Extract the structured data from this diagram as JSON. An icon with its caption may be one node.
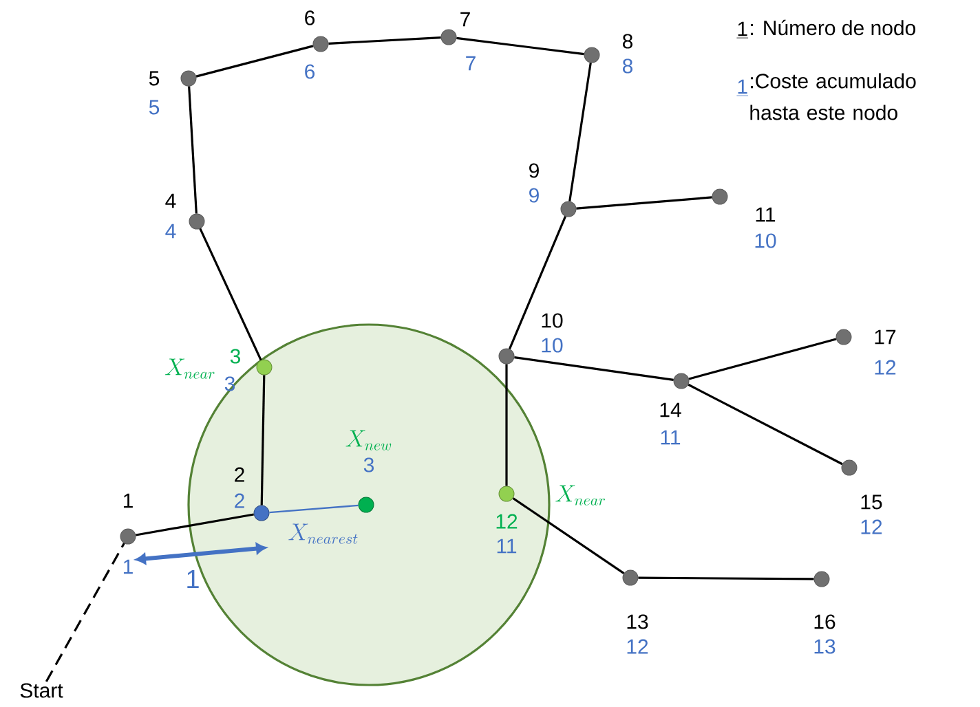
{
  "diagram": {
    "nodes": [
      {
        "text": [
          "Start"
        ]
      },
      {
        "text": [],
        "shape": "circle",
        "beside": [
          "1",
          "1"
        ]
      },
      {
        "text": [],
        "shape": "circle",
        "beside": [
          "2",
          "2"
        ]
      },
      {
        "text": [],
        "shape": "circle",
        "beside": [
          "3",
          "3",
          "X_{near}"
        ]
      },
      {
        "text": [],
        "shape": "circle",
        "beside": [
          "4",
          "4"
        ]
      },
      {
        "text": [],
        "shape": "circle",
        "beside": [
          "5",
          "5"
        ]
      },
      {
        "text": [],
        "shape": "circle",
        "beside": [
          "6",
          "6"
        ]
      },
      {
        "text": [],
        "shape": "circle",
        "beside": [
          "7",
          "7"
        ]
      },
      {
        "text": [],
        "shape": "circle",
        "beside": [
          "8",
          "8"
        ]
      },
      {
        "text": [],
        "shape": "circle",
        "beside": [
          "9",
          "9"
        ]
      },
      {
        "text": [],
        "shape": "circle",
        "beside": [
          "10",
          "10"
        ]
      },
      {
        "text": [],
        "shape": "circle",
        "beside": [
          "11",
          "10"
        ]
      },
      {
        "text": [],
        "shape": "circle",
        "beside": [
          "12",
          "11",
          "X_{near}"
        ]
      },
      {
        "text": [],
        "shape": "circle",
        "beside": [
          "13",
          "12"
        ]
      },
      {
        "text": [],
        "shape": "circle",
        "beside": [
          "14",
          "11"
        ]
      },
      {
        "text": [],
        "shape": "circle",
        "beside": [
          "15",
          "12"
        ]
      },
      {
        "text": [],
        "shape": "circle",
        "beside": [
          "16",
          "13"
        ]
      },
      {
        "text": [],
        "shape": "circle",
        "beside": [
          "17",
          "12"
        ]
      },
      {
        "text": [],
        "shape": "circle",
        "beside": [
          "X_{new}",
          "3"
        ]
      }
    ],
    "edges": [
      {
        "from": 0,
        "to": 1,
        "arrow": "none",
        "style": "dashed"
      },
      {
        "from": 1,
        "to": 2,
        "arrow": "none"
      },
      {
        "from": 2,
        "to": 3,
        "arrow": "none"
      },
      {
        "from": 3,
        "to": 4,
        "arrow": "none"
      },
      {
        "from": 4,
        "to": 5,
        "arrow": "none"
      },
      {
        "from": 5,
        "to": 6,
        "arrow": "none"
      },
      {
        "from": 6,
        "to": 7,
        "arrow": "none"
      },
      {
        "from": 7,
        "to": 8,
        "arrow": "none"
      },
      {
        "from": 8,
        "to": 9,
        "arrow": "none"
      },
      {
        "from": 9,
        "to": 11,
        "arrow": "none"
      },
      {
        "from": 9,
        "to": 10,
        "arrow": "none"
      },
      {
        "from": 10,
        "to": 12,
        "arrow": "none"
      },
      {
        "from": 10,
        "to": 14,
        "arrow": "none"
      },
      {
        "from": 14,
        "to": 17,
        "arrow": "none"
      },
      {
        "from": 14,
        "to": 15,
        "arrow": "none"
      },
      {
        "from": 12,
        "to": 13,
        "arrow": "none"
      },
      {
        "from": 13,
        "to": 16,
        "arrow": "none"
      },
      {
        "from": 2,
        "to": 18,
        "arrow": "none",
        "color": "#4472c4"
      }
    ],
    "labels": [
      "1",
      ": Número de nodo",
      "1",
      ":Coste acumulado hasta este nodo",
      "X_{nearest}",
      "1"
    ]
  }
}
